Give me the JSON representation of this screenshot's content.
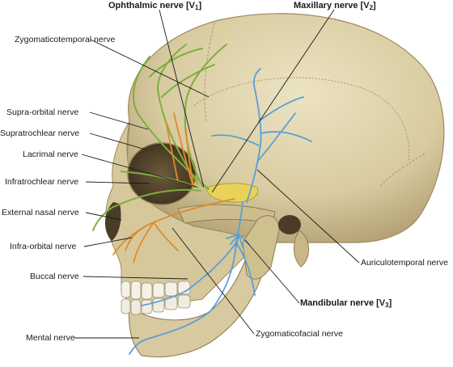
{
  "labels": {
    "ophthalmic": {
      "text": "Ophthalmic nerve [V",
      "sub": "1",
      "close": "]"
    },
    "maxillary": {
      "text": "Maxillary nerve [V",
      "sub": "2",
      "close": "]"
    },
    "mandibular": {
      "text": "Mandibular nerve [V",
      "sub": "3",
      "close": "]"
    },
    "zygomaticotemporal": "Zygomaticotemporal nerve",
    "supraorbital": "Supra-orbital nerve",
    "supratrochlear": "Supratrochlear nerve",
    "lacrimal": "Lacrimal nerve",
    "infratrochlear": "Infratrochlear nerve",
    "external_nasal": "External nasal nerve",
    "infraorbital": "Infra-orbital nerve",
    "buccal": "Buccal nerve",
    "mental": "Mental nerve",
    "zygomaticofacial": "Zygomaticofacial nerve",
    "auriculotemporal": "Auriculotemporal nerve"
  },
  "colors": {
    "bone": "#dcd0a8",
    "bone_shadow": "#b8a878",
    "ophthalmic_nerve": "#7fae3e",
    "maxillary_nerve": "#e08a2c",
    "mandibular_nerve": "#5b9fd6",
    "ganglion": "#e8d25a",
    "leader_line": "#1a1a1a"
  }
}
